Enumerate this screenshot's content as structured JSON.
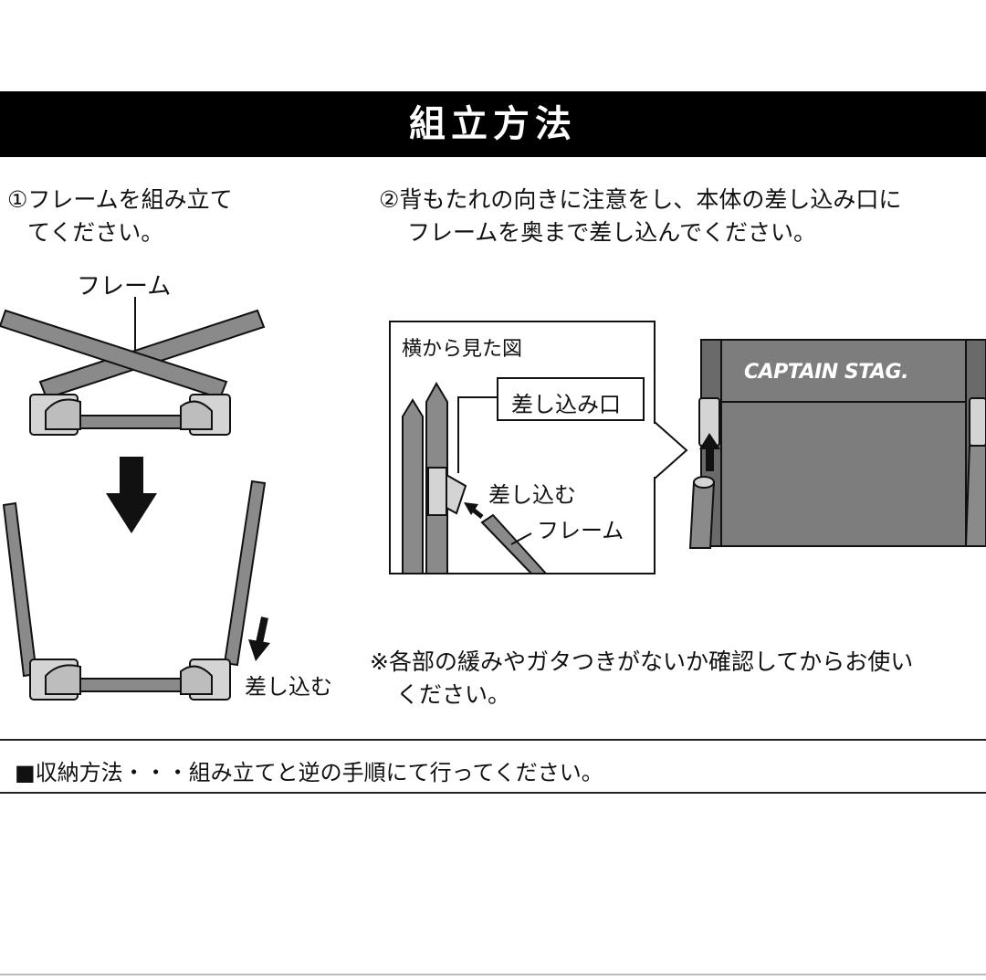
{
  "title": "組立方法",
  "step1": {
    "line1": "①フレームを組み立て",
    "line2": "てください。"
  },
  "step2": {
    "line1": "②背もたれの向きに注意をし、本体の差し込み口に",
    "line2": "フレームを奥まで差し込んでください。"
  },
  "labels": {
    "frame_top": "フレーム",
    "insert_left": "差し込む",
    "side_view": "横から見た図",
    "insert_port": "差し込み口",
    "insert_inset": "差し込む",
    "frame_inset": "フレーム",
    "brand": "CAPTAIN STAG."
  },
  "caution": {
    "line1": "※各部の緩みやガタつきがないか確認してからお使い",
    "line2": "ください。"
  },
  "storage_note": "■収納方法・・・組み立てと逆の手順にて行ってください。",
  "colors": {
    "frame_gray": "#8a8a8a",
    "light_gray": "#d4d4d4",
    "fabric_gray": "#7d7d7d",
    "ink": "#111111"
  }
}
